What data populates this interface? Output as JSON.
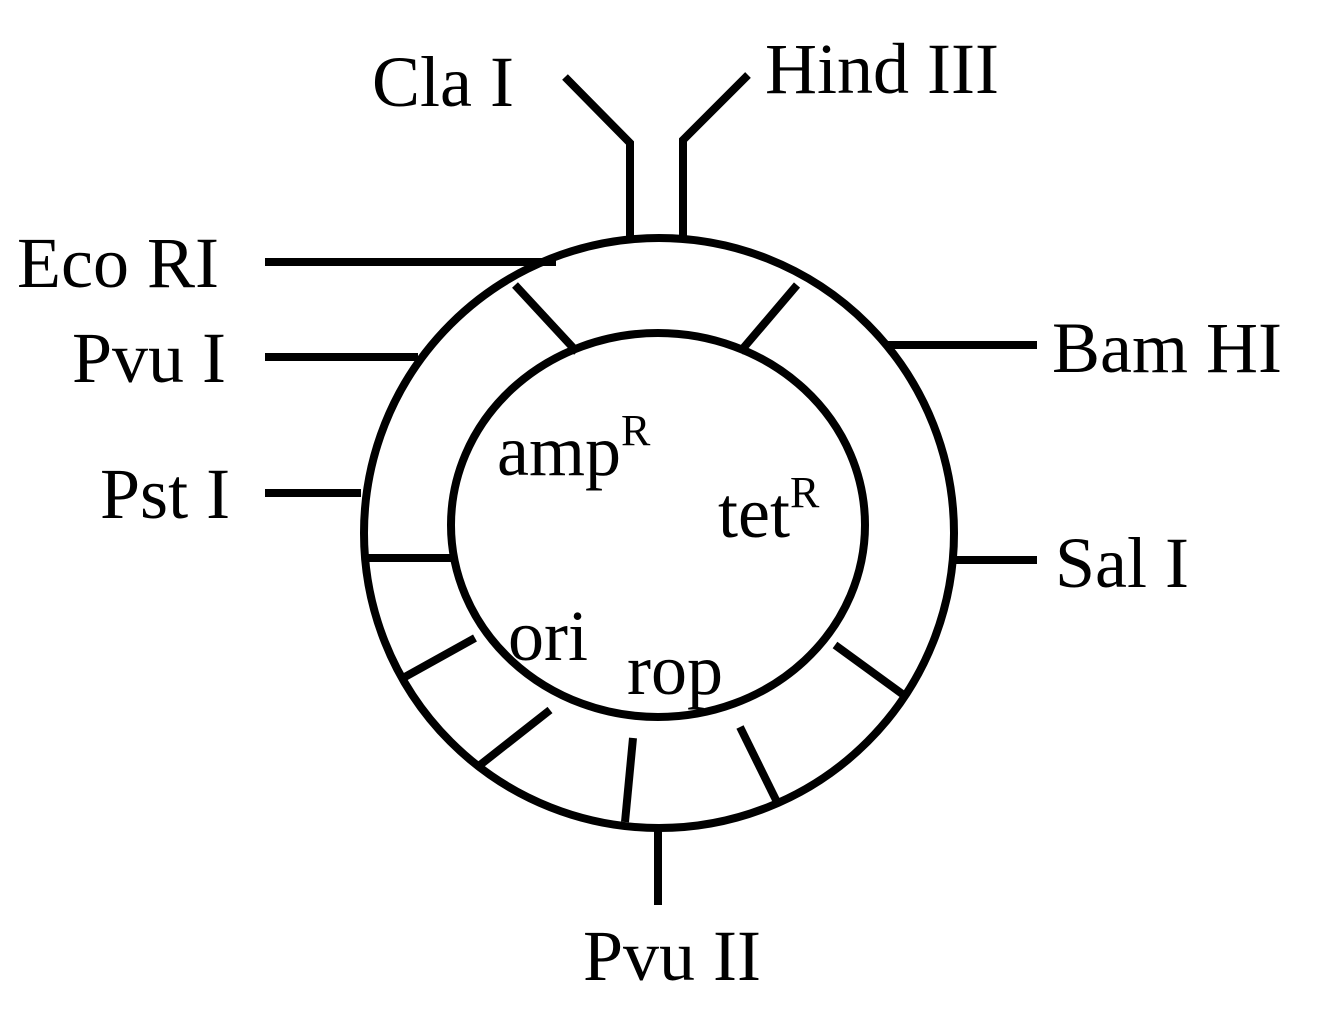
{
  "diagram": {
    "type": "plasmid map",
    "restriction_sites": {
      "cla": "Cla I",
      "hind": "Hind III",
      "eco": "Eco RI",
      "pvu1": "Pvu I",
      "pst": "Pst I",
      "bam": "Bam HI",
      "sal": "Sal I",
      "pvu2": "Pvu II"
    },
    "genes": {
      "amp": "amp",
      "amp_sup": "R",
      "tet": "tet",
      "tet_sup": "R",
      "ori": "ori",
      "rop": "rop"
    }
  }
}
